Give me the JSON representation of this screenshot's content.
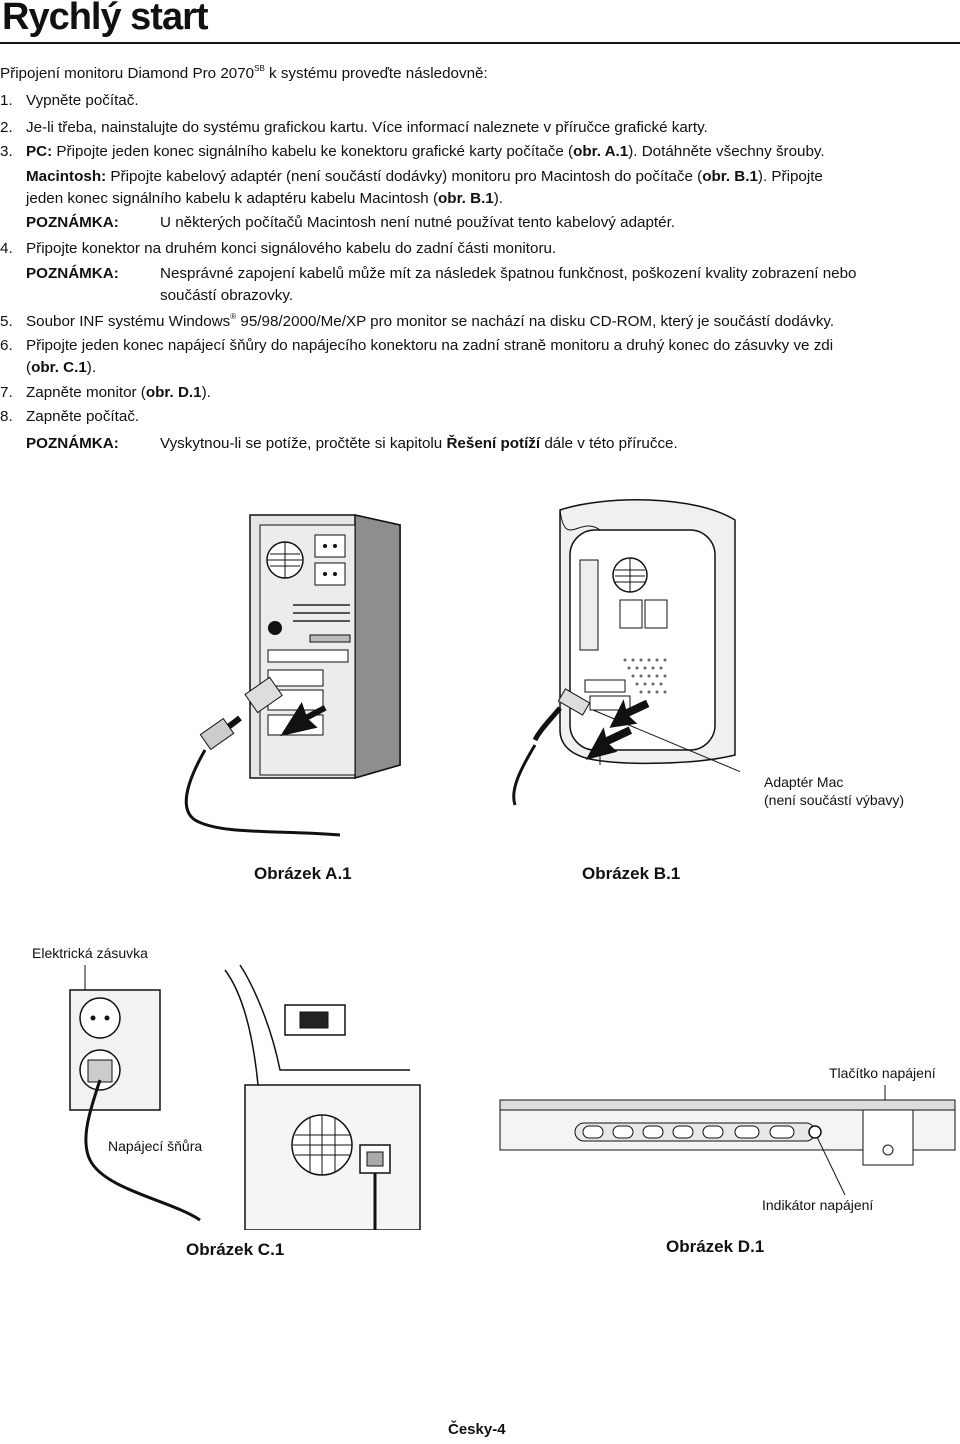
{
  "title": "Rychlý start",
  "intro": {
    "pre": "Připojení monitoru Diamond Pro 2070",
    "sup": "SB",
    "post": " k systému proveďte následovně:"
  },
  "step1": {
    "num": "1.",
    "text": "Vypněte počítač."
  },
  "step2": {
    "num": "2.",
    "text": "Je-li třeba, nainstalujte do systému grafickou kartu. Více informací naleznete v příručce grafické karty."
  },
  "step3": {
    "num": "3.",
    "pc": "PC:",
    "t1": " Připojte jeden konec signálního kabelu ke konektoru grafické karty počítače (",
    "ref": "obr. A.1",
    "t2": "). Dotáhněte všechny šrouby."
  },
  "mac": {
    "label": "Macintosh:",
    "t1": " Připojte kabelový adaptér (není součástí dodávky) monitoru pro Macintosh do počítače (",
    "ref1": "obr. B.1",
    "t2": "). Připojte",
    "line2a": "jeden konec signálního kabelu k adaptéru kabelu Macintosh (",
    "ref2": "obr. B.1",
    "line2b": ")."
  },
  "note1": {
    "label": "POZNÁMKA:",
    "text": "U některých počítačů Macintosh není nutné používat tento kabelový adaptér."
  },
  "step4": {
    "num": "4.",
    "text": "Připojte konektor na druhém konci signálového kabelu do zadní části monitoru."
  },
  "note2": {
    "label": "POZNÁMKA:",
    "line1": "Nesprávné zapojení kabelů může mít za následek špatnou funkčnost, poškození kvality zobrazení nebo",
    "line2": "součástí obrazovky."
  },
  "step5": {
    "num": "5.",
    "pre": "Soubor INF systému Windows",
    "sup": "®",
    "post": " 95/98/2000/Me/XP pro monitor se nachází na disku CD-ROM, který je součástí dodávky."
  },
  "step6": {
    "num": "6.",
    "line1": "Připojte jeden konec napájecí šňůry do napájecího konektoru na zadní straně monitoru a druhý konec do zásuvky ve zdi",
    "l2a": "(",
    "ref": "obr. C.1",
    "l2b": ")."
  },
  "step7": {
    "num": "7.",
    "t1": "Zapněte monitor (",
    "ref": "obr. D.1",
    "t2": ")."
  },
  "step8": {
    "num": "8.",
    "text": "Zapněte počítač."
  },
  "note3": {
    "label": "POZNÁMKA:",
    "t1": "Vyskytnou-li se potíže, pročtěte si kapitolu ",
    "bold": "Řešení potíží",
    "t2": " dále v této příručce."
  },
  "figures": {
    "a_caption": "Obrázek A.1",
    "b_caption": "Obrázek B.1",
    "c_caption": "Obrázek C.1",
    "d_caption": "Obrázek D.1",
    "mac_adapter_line1": "Adaptér Mac",
    "mac_adapter_line2": "(není součástí výbavy)",
    "outlet_label": "Elektrická zásuvka",
    "cord_label": "Napájecí šňůra",
    "power_button_label": "Tlačítko napájení",
    "power_indicator_label": "Indikátor napájení"
  },
  "footer": "Česky-4"
}
